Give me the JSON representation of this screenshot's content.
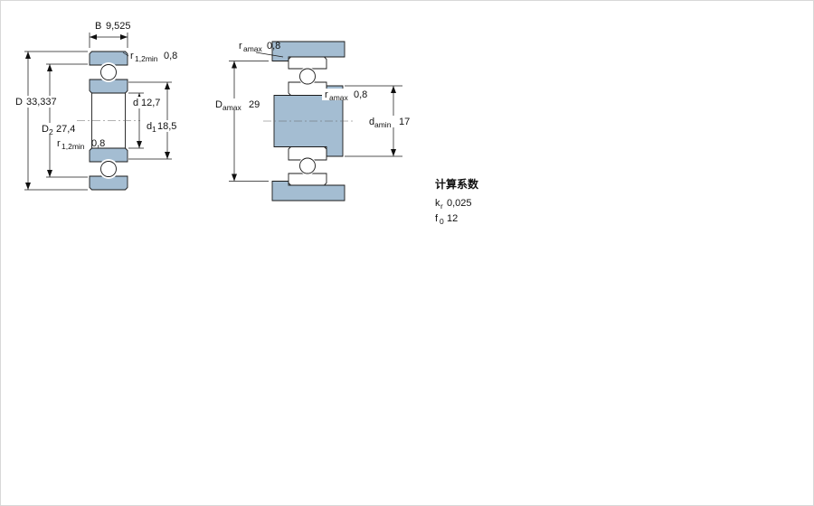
{
  "colors": {
    "material_fill": "#a4bdd2",
    "line": "#1a1a1a"
  },
  "left_view": {
    "b": {
      "sym": "B",
      "val": "9,525"
    },
    "D": {
      "sym": "D",
      "val": "33,337"
    },
    "D2": {
      "sym": "D",
      "sub": "2",
      "val": "27,4"
    },
    "r_top": {
      "sym": "r",
      "sub": "1,2min",
      "val": "0,8"
    },
    "d": {
      "sym": "d",
      "val": "12,7"
    },
    "d1": {
      "sym": "d",
      "sub": "1",
      "val": "18,5"
    },
    "r_bottom": {
      "sym": "r",
      "sub": "1,2min",
      "val": "0,8"
    }
  },
  "right_view": {
    "ra_top": {
      "sym": "r",
      "sub": "amax",
      "val": "0,8"
    },
    "Da": {
      "sym": "D",
      "sub": "amax",
      "val": "29"
    },
    "ra_mid": {
      "sym": "r",
      "sub": "amax",
      "val": "0,8"
    },
    "da": {
      "sym": "d",
      "sub": "amin",
      "val": "17"
    }
  },
  "calc_factors": {
    "title": "计算系数",
    "rows": [
      {
        "sym": "k",
        "sub": "r",
        "val": "0,025"
      },
      {
        "sym": "f",
        "sub": "0",
        "val": "12"
      }
    ]
  }
}
